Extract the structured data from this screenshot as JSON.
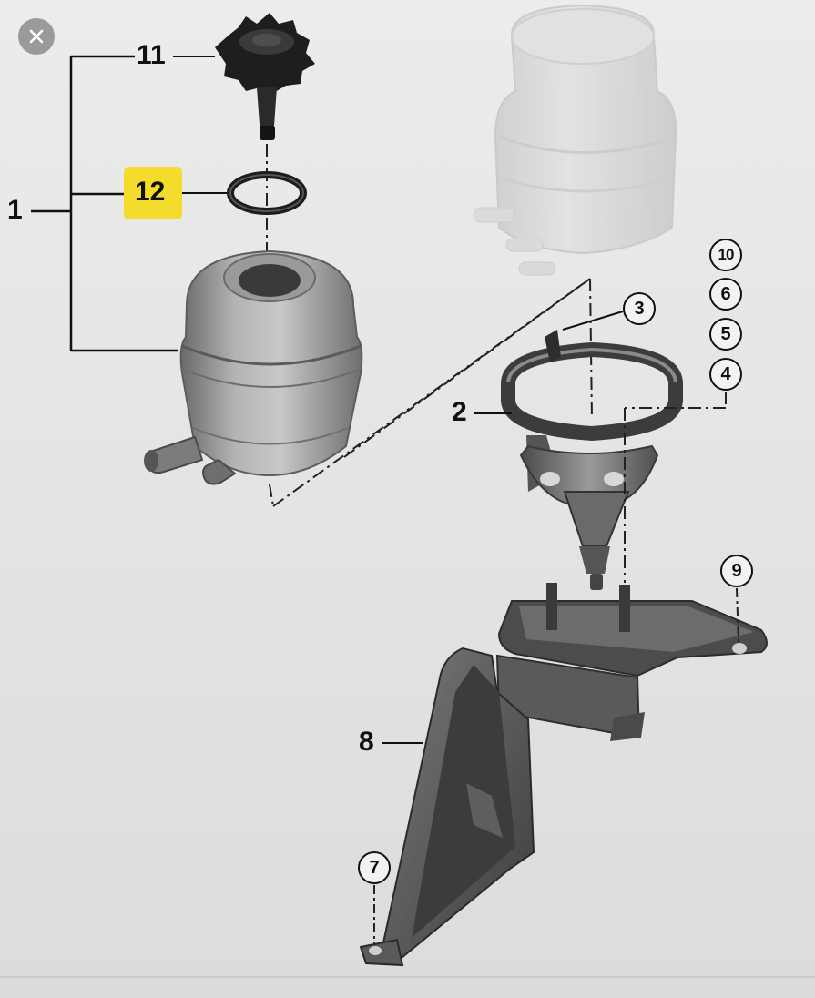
{
  "viewer": {
    "close_icon": "close-icon"
  },
  "diagram": {
    "callouts": {
      "part_1": "1",
      "part_2": "2",
      "part_3": "3",
      "part_4": "4",
      "part_5": "5",
      "part_6": "6",
      "part_7": "7",
      "part_8": "8",
      "part_9": "9",
      "part_10": "10",
      "part_11": "11",
      "part_12": "12"
    },
    "highlight_color": "#f4dc2c",
    "highlighted_part": "12"
  }
}
